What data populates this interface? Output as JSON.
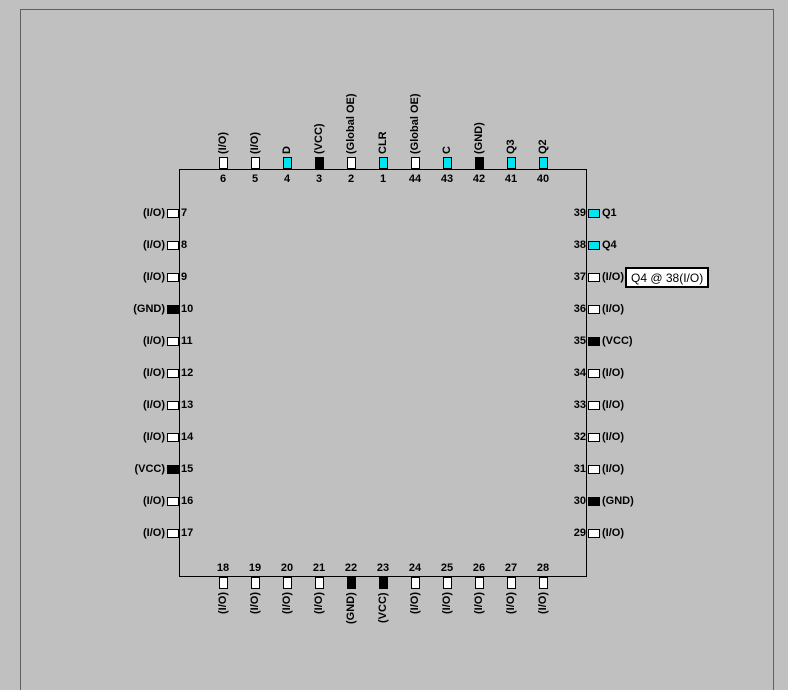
{
  "colors": {
    "io": "#ffffff",
    "power": "#000000",
    "assigned": "#00e5ee",
    "background": "#c0c0c0"
  },
  "pins": {
    "top": [
      {
        "num": "6",
        "label": "(I/O)",
        "kind": "io"
      },
      {
        "num": "5",
        "label": "(I/O)",
        "kind": "io"
      },
      {
        "num": "4",
        "label": "D",
        "kind": "assigned"
      },
      {
        "num": "3",
        "label": "(VCC)",
        "kind": "power"
      },
      {
        "num": "2",
        "label": "(Global OE)",
        "kind": "io"
      },
      {
        "num": "1",
        "label": "CLR",
        "kind": "assigned"
      },
      {
        "num": "44",
        "label": "(Global OE)",
        "kind": "io"
      },
      {
        "num": "43",
        "label": "C",
        "kind": "assigned"
      },
      {
        "num": "42",
        "label": "(GND)",
        "kind": "power"
      },
      {
        "num": "41",
        "label": "Q3",
        "kind": "assigned"
      },
      {
        "num": "40",
        "label": "Q2",
        "kind": "assigned"
      }
    ],
    "left": [
      {
        "num": "7",
        "label": "(I/O)",
        "kind": "io"
      },
      {
        "num": "8",
        "label": "(I/O)",
        "kind": "io"
      },
      {
        "num": "9",
        "label": "(I/O)",
        "kind": "io"
      },
      {
        "num": "10",
        "label": "(GND)",
        "kind": "power"
      },
      {
        "num": "11",
        "label": "(I/O)",
        "kind": "io"
      },
      {
        "num": "12",
        "label": "(I/O)",
        "kind": "io"
      },
      {
        "num": "13",
        "label": "(I/O)",
        "kind": "io"
      },
      {
        "num": "14",
        "label": "(I/O)",
        "kind": "io"
      },
      {
        "num": "15",
        "label": "(VCC)",
        "kind": "power"
      },
      {
        "num": "16",
        "label": "(I/O)",
        "kind": "io"
      },
      {
        "num": "17",
        "label": "(I/O)",
        "kind": "io"
      }
    ],
    "right": [
      {
        "num": "39",
        "label": "Q1",
        "kind": "assigned"
      },
      {
        "num": "38",
        "label": "Q4",
        "kind": "assigned"
      },
      {
        "num": "37",
        "label": "(I/O)",
        "kind": "io"
      },
      {
        "num": "36",
        "label": "(I/O)",
        "kind": "io"
      },
      {
        "num": "35",
        "label": "(VCC)",
        "kind": "power"
      },
      {
        "num": "34",
        "label": "(I/O)",
        "kind": "io"
      },
      {
        "num": "33",
        "label": "(I/O)",
        "kind": "io"
      },
      {
        "num": "32",
        "label": "(I/O)",
        "kind": "io"
      },
      {
        "num": "31",
        "label": "(I/O)",
        "kind": "io"
      },
      {
        "num": "30",
        "label": "(GND)",
        "kind": "power"
      },
      {
        "num": "29",
        "label": "(I/O)",
        "kind": "io"
      }
    ],
    "bottom": [
      {
        "num": "18",
        "label": "(I/O)",
        "kind": "io"
      },
      {
        "num": "19",
        "label": "(I/O)",
        "kind": "io"
      },
      {
        "num": "20",
        "label": "(I/O)",
        "kind": "io"
      },
      {
        "num": "21",
        "label": "(I/O)",
        "kind": "io"
      },
      {
        "num": "22",
        "label": "(GND)",
        "kind": "power"
      },
      {
        "num": "23",
        "label": "(VCC)",
        "kind": "power"
      },
      {
        "num": "24",
        "label": "(I/O)",
        "kind": "io"
      },
      {
        "num": "25",
        "label": "(I/O)",
        "kind": "io"
      },
      {
        "num": "26",
        "label": "(I/O)",
        "kind": "io"
      },
      {
        "num": "27",
        "label": "(I/O)",
        "kind": "io"
      },
      {
        "num": "28",
        "label": "(I/O)",
        "kind": "io"
      }
    ]
  },
  "tooltip": {
    "text": "Q4 @ 38(I/O)"
  }
}
